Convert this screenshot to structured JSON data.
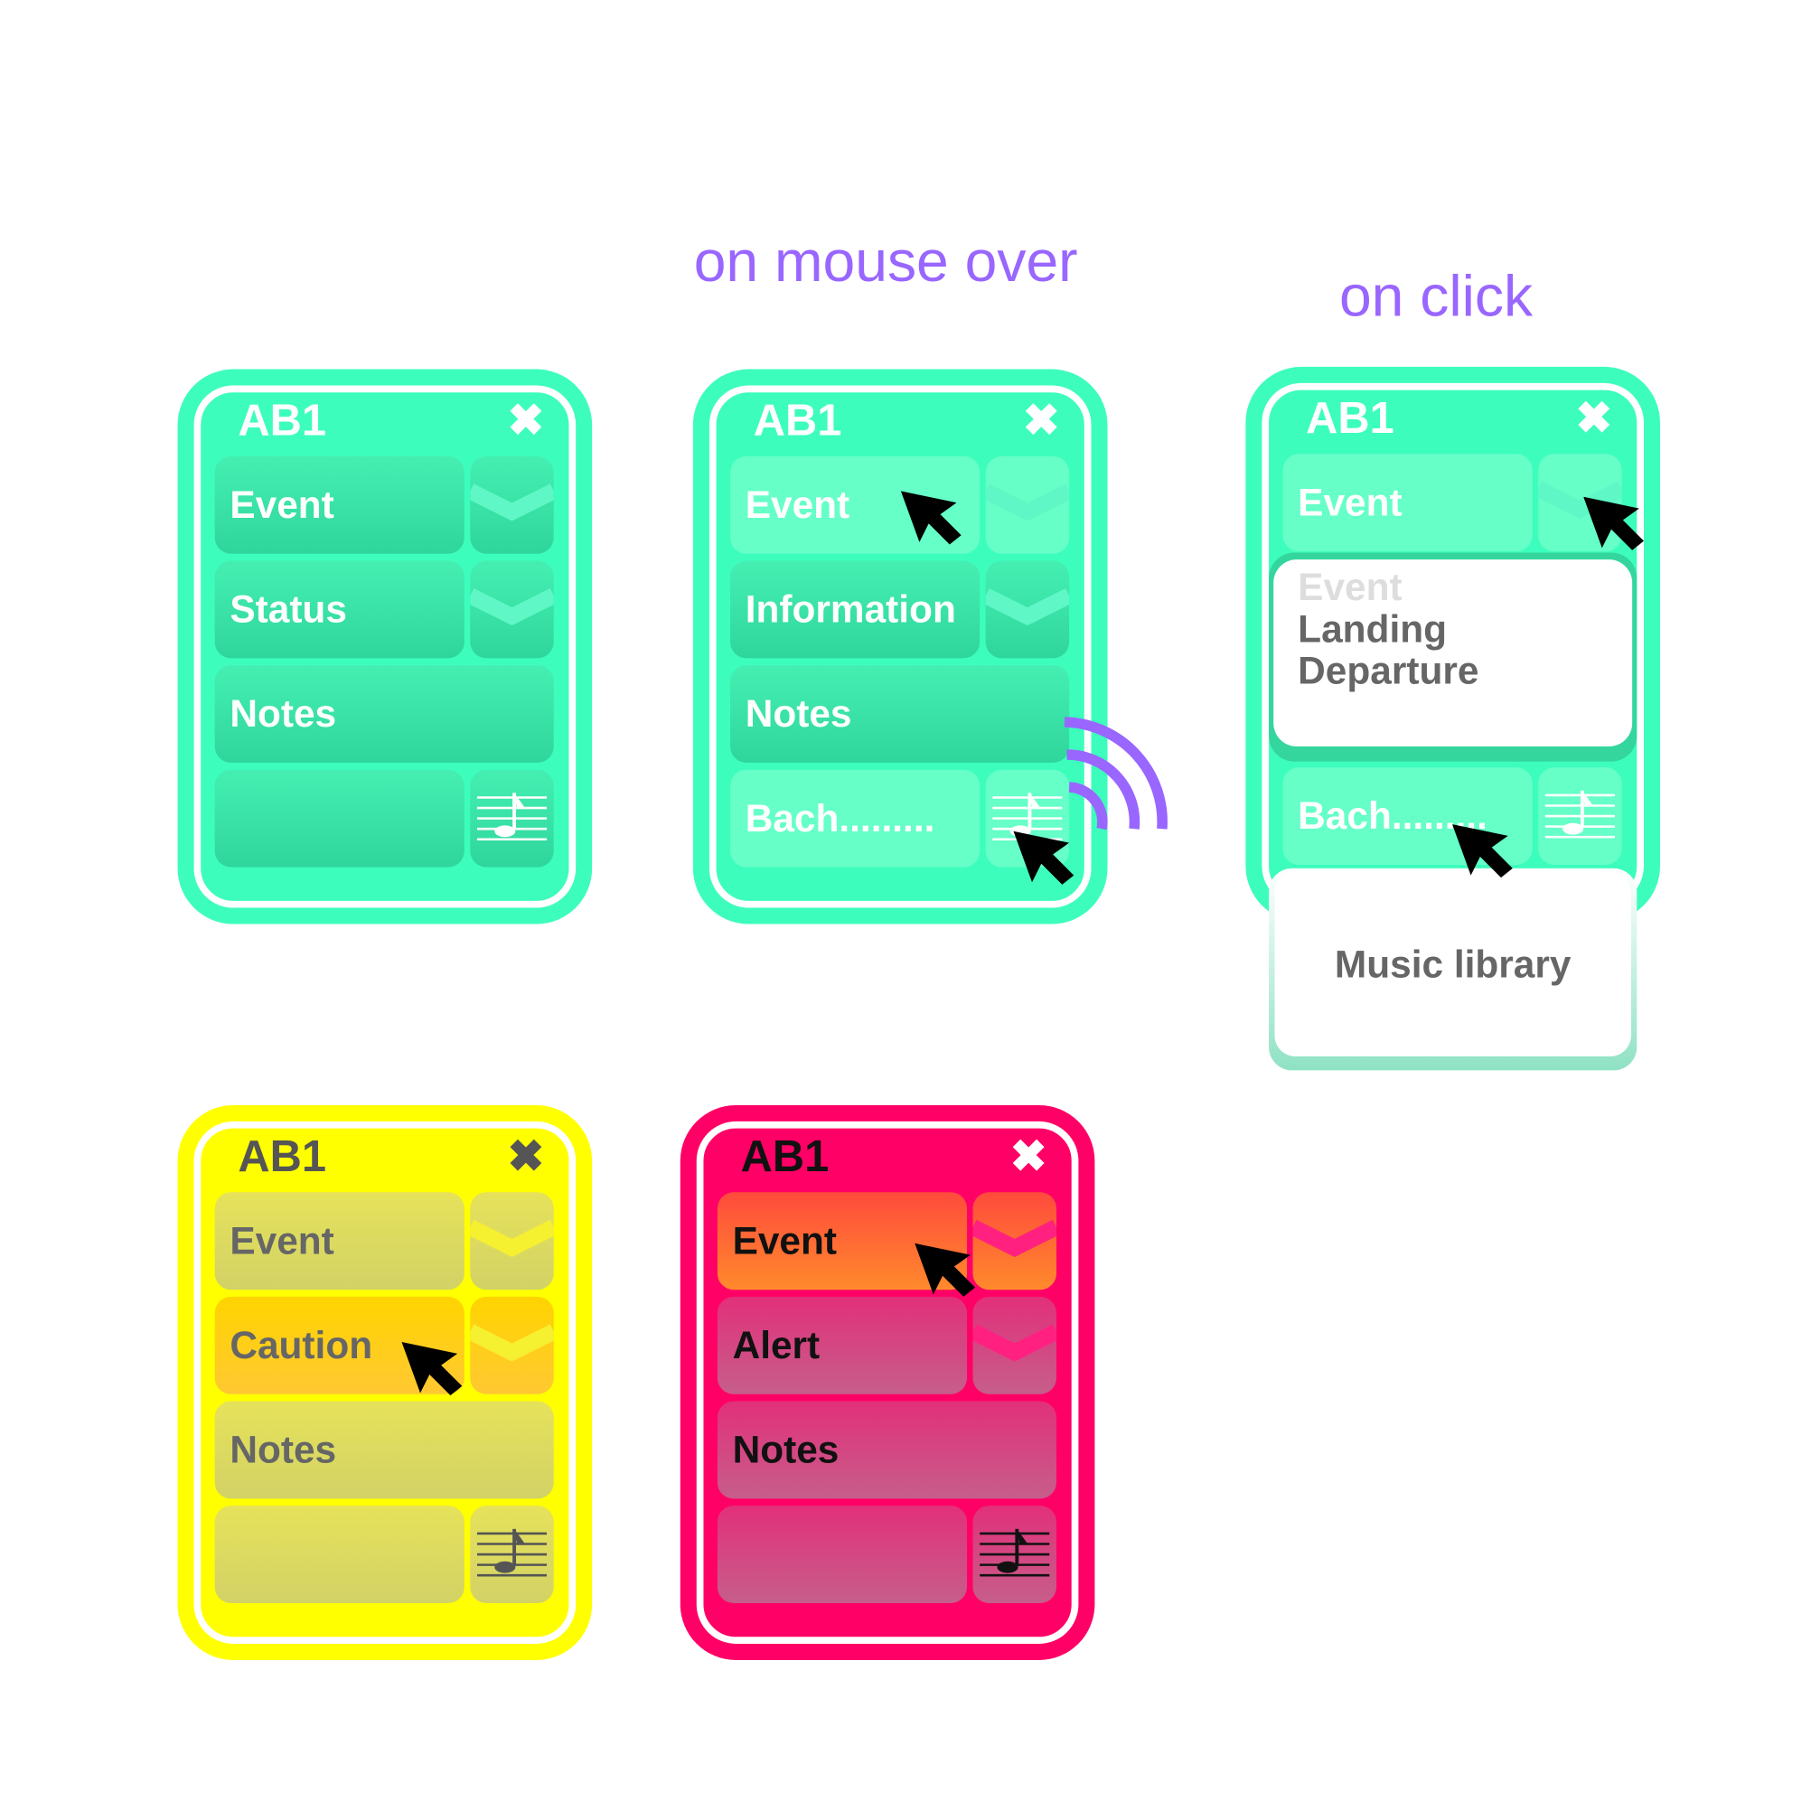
{
  "state_labels": {
    "mouse_over": "on mouse over",
    "click": "on click"
  },
  "colors": {
    "accent": "#9966ff",
    "teal": "#3dfdbd",
    "yellow": "#ffff00",
    "pink": "#ff0066"
  },
  "cards": [
    {
      "id": "default",
      "theme": "teal",
      "title": "AB1",
      "close_icon": "close-icon",
      "rows": [
        "Event",
        "Status",
        "Notes",
        ""
      ],
      "hover": []
    },
    {
      "id": "mouse-over",
      "theme": "teal",
      "title": "AB1",
      "close_icon": "close-icon",
      "rows": [
        "Event",
        "Information",
        "Notes",
        "Bach........."
      ],
      "hover": [
        0,
        3
      ]
    },
    {
      "id": "click",
      "theme": "teal",
      "title": "AB1",
      "close_icon": "close-icon",
      "rows": [
        "Event",
        "",
        "",
        "Bach........."
      ],
      "hover": [
        0,
        3
      ]
    },
    {
      "id": "caution",
      "theme": "yellow",
      "title": "AB1",
      "close_icon": "close-icon",
      "rows": [
        "Event",
        "Caution",
        "Notes",
        ""
      ],
      "hover": [
        1
      ]
    },
    {
      "id": "alert",
      "theme": "pink",
      "title": "AB1",
      "close_icon": "close-icon",
      "rows": [
        "Event",
        "Alert",
        "Notes",
        ""
      ],
      "hover": [
        0
      ]
    }
  ],
  "event_dropdown": {
    "options": [
      "Event",
      "Landing",
      "Departure"
    ]
  },
  "music_popup": {
    "label": "Music library"
  },
  "icons": {
    "row_side": "chevron-down-icon",
    "music": "music-note-icon",
    "signal": "wireless-signal-icon",
    "cursor": "cursor-arrow-icon"
  }
}
